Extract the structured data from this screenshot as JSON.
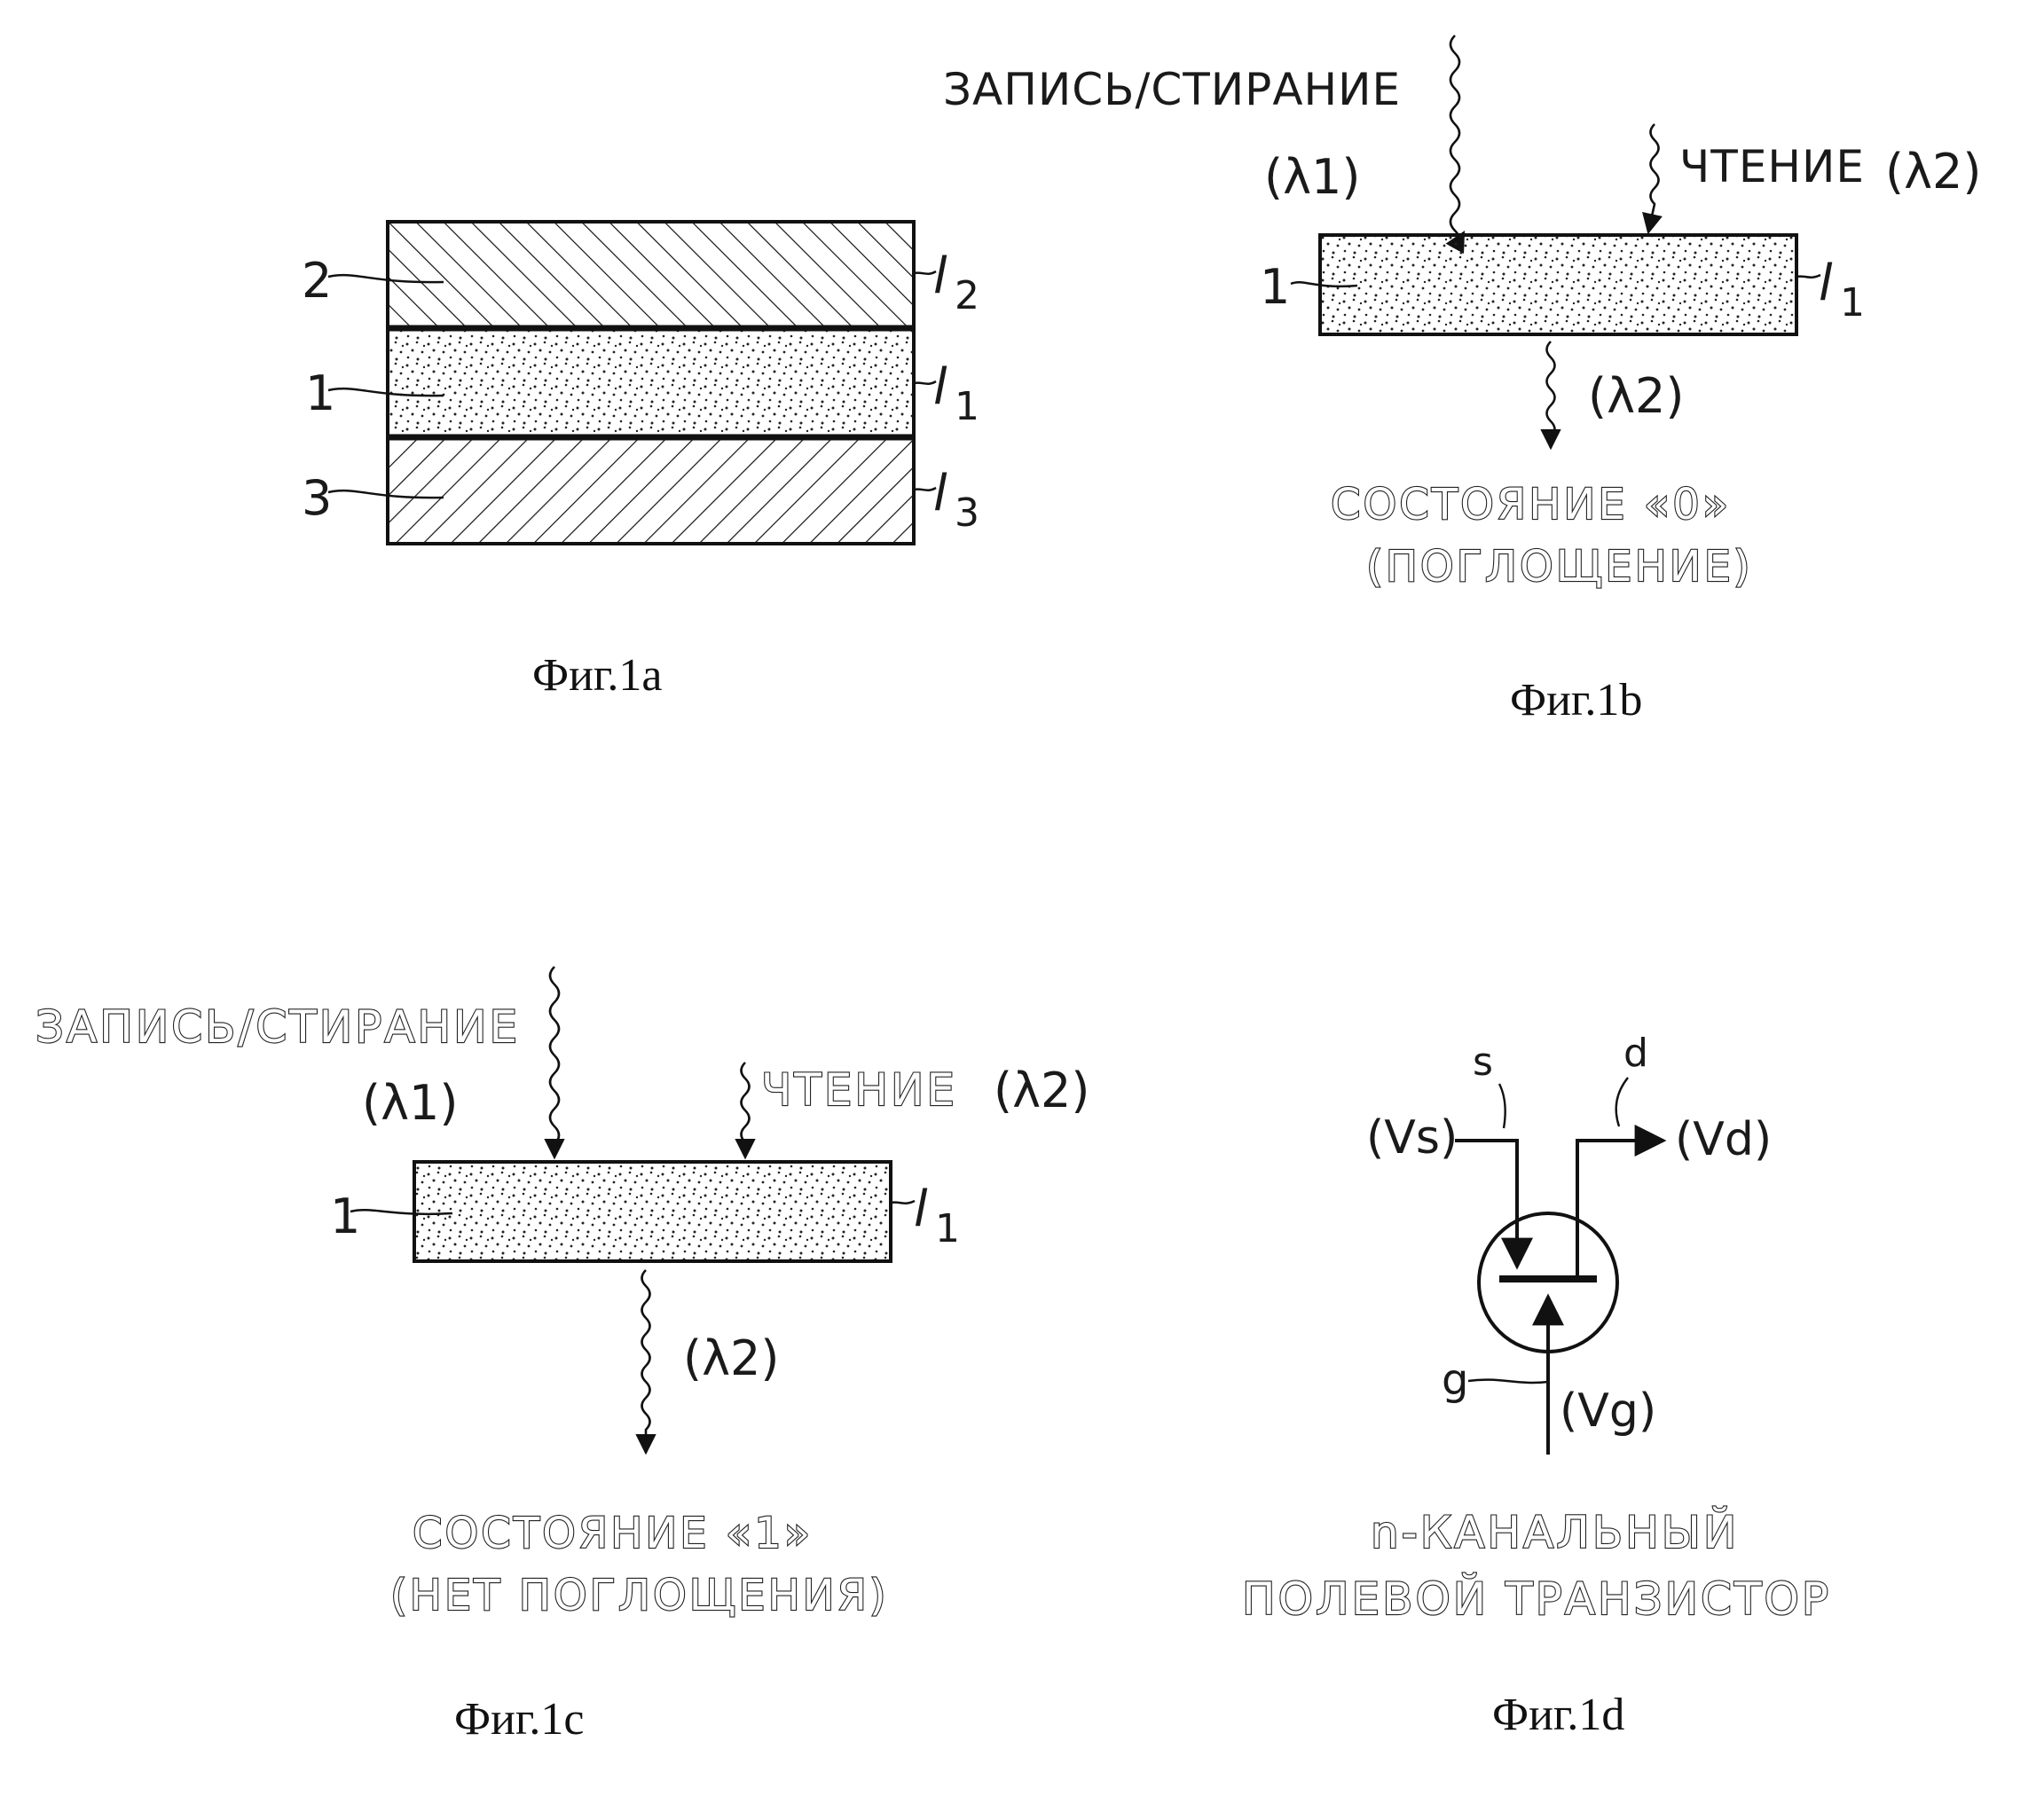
{
  "fig1a": {
    "caption": "Фиг.1а",
    "labels": {
      "top_left": "2",
      "mid_left": "1",
      "bot_left": "3"
    },
    "thickness": {
      "top": "l",
      "top_sub": "2",
      "mid": "l",
      "mid_sub": "1",
      "bot": "l",
      "bot_sub": "3"
    }
  },
  "fig1b": {
    "caption": "Фиг.1b",
    "write_label": "ЗАПИСЬ/СТИРАНИЕ",
    "write_wavelength": "(λ1)",
    "read_label": "ЧТЕНИЕ",
    "read_wavelength": "(λ2)",
    "layer_label": "1",
    "thickness": "l",
    "thickness_sub": "1",
    "out_wavelength": "(λ2)",
    "state_line1": "СОСТОЯНИЕ «0»",
    "state_line2": "(ПОГЛОЩЕНИЕ)"
  },
  "fig1c": {
    "caption": "Фиг.1с",
    "write_label": "ЗАПИСЬ/СТИРАНИЕ",
    "write_wavelength": "(λ1)",
    "read_label": "ЧТЕНИЕ",
    "read_wavelength": "(λ2)",
    "layer_label": "1",
    "thickness": "l",
    "thickness_sub": "1",
    "out_wavelength": "(λ2)",
    "state_line1": "СОСТОЯНИЕ «1»",
    "state_line2": "(НЕТ ПОГЛОЩЕНИЯ)"
  },
  "fig1d": {
    "caption": "Фиг.1d",
    "s_label": "s",
    "d_label": "d",
    "g_label": "g",
    "vs": "(Vs)",
    "vd": "(Vd)",
    "vg": "(Vg)",
    "title_line1": "n-КАНАЛЬНЫЙ",
    "title_line2": "ПОЛЕВОЙ ТРАНЗИСТОР"
  }
}
